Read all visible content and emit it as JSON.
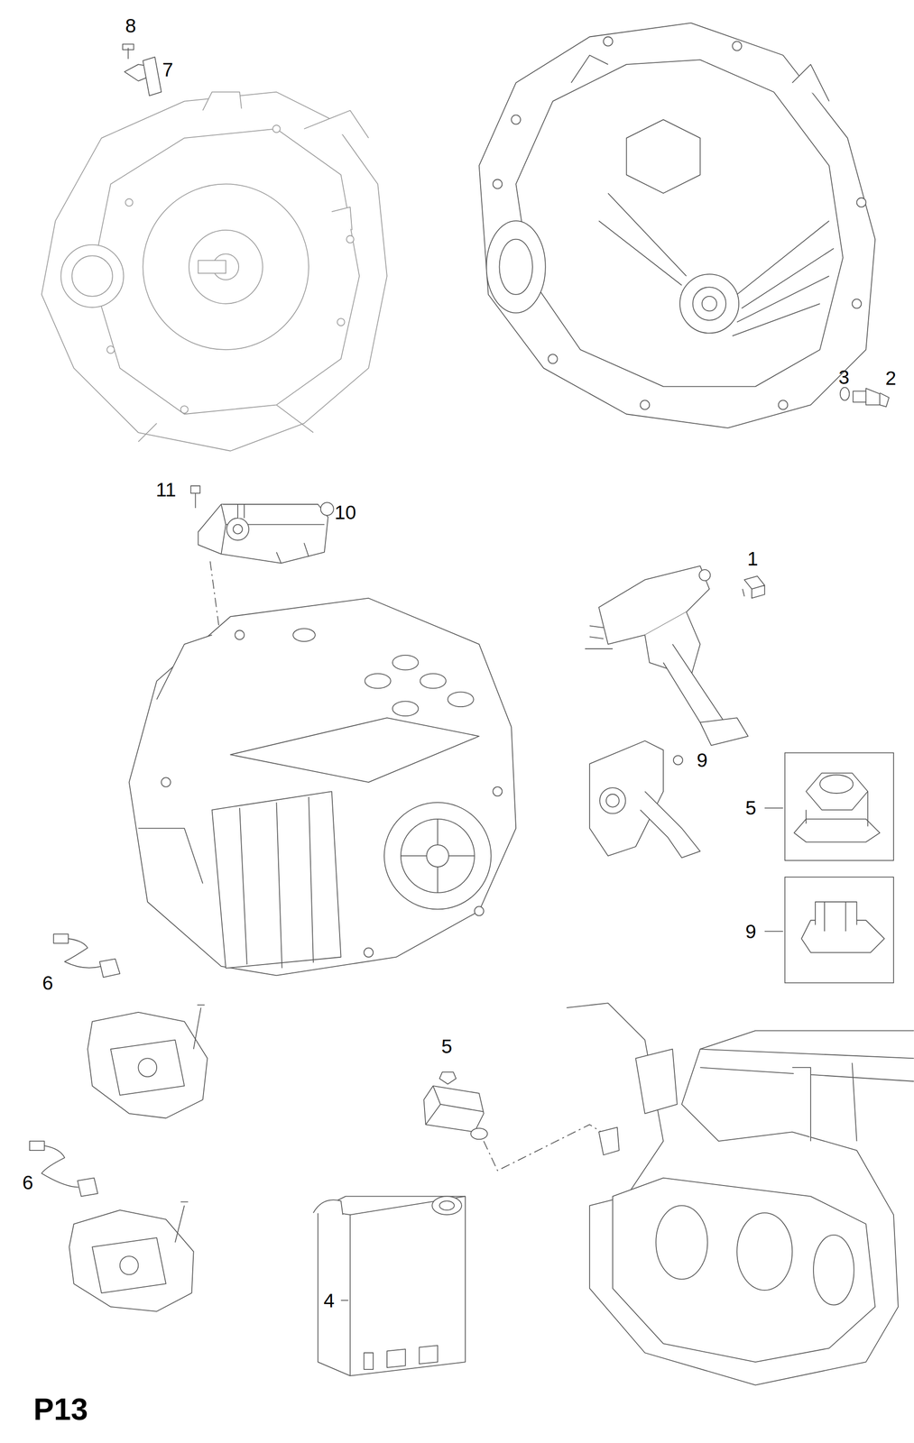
{
  "diagram": {
    "labels": [
      "8",
      "7",
      "3",
      "2",
      "11",
      "10",
      "1",
      "9",
      "5",
      "9",
      "6",
      "5",
      "6",
      "4",
      "P13"
    ]
  }
}
